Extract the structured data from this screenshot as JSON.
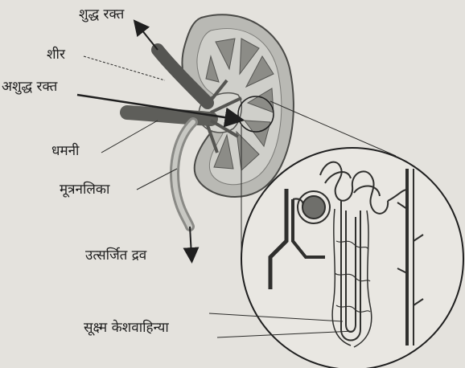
{
  "labels": {
    "pure_blood": "शुद्ध रक्त",
    "vein": "शीर",
    "impure_blood": "अशुद्ध रक्त",
    "artery": "धमनी",
    "ureter": "मूत्रनलिका",
    "excreted_fluid": "उत्सर्जित द्रव",
    "capillaries": "सूक्ष्म केशवाहिन्या"
  },
  "colors": {
    "background": "#e4e2dd",
    "ink": "#1f1f1f",
    "kidney_fill": "#b9b9b4",
    "kidney_dark": "#6f6f6b",
    "vessel": "#555552"
  }
}
